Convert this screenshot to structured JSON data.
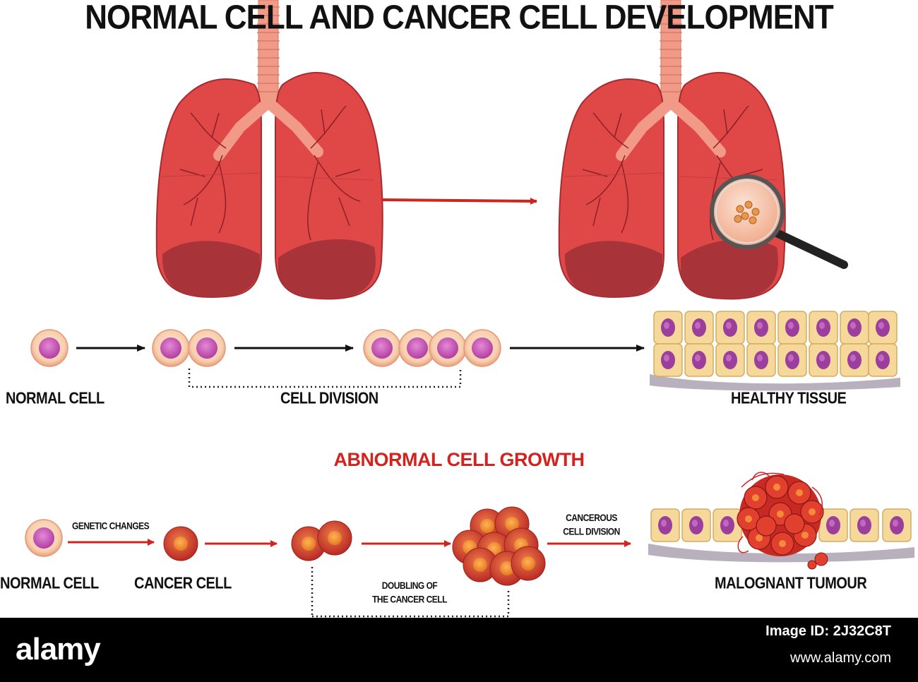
{
  "title": "NORMAL CELL AND CANCER CELL DEVELOPMENT",
  "normal_row": {
    "normal_cell": "NORMAL CELL",
    "cell_division": "CELL DIVISION",
    "healthy_tissue": "HEALTHY TISSUE"
  },
  "abnormal_row": {
    "heading": "ABNORMAL CELL GROWTH",
    "normal_cell": "NORMAL CELL",
    "genetic_changes": "GENETIC CHANGES",
    "cancer_cell": "CANCER CELL",
    "doubling_line1": "DOUBLING OF",
    "doubling_line2": "THE CANCER CELL",
    "cancerous_line1": "CANCEROUS",
    "cancerous_line2": "CELL DIVISION",
    "malignant_tumour": "MALOGNANT TUMOUR"
  },
  "footer": {
    "brand": "alamy",
    "image_id_prefix": "Image ID: ",
    "image_id": "2J32C8T",
    "site": "www.alamy.com"
  },
  "colors": {
    "lung": "#e04848",
    "lung_dark": "#b32d35",
    "trachea": "#f19a88",
    "arrow_red": "#d2231e",
    "arrow_black": "#111111",
    "cell_outer": "#f7c9a8",
    "cell_nucleus": "#c64fb5",
    "cancer_cell": "#d8452e",
    "tissue_cell": "#f5d89a"
  },
  "icons": [
    "lungs-icon",
    "magnifier-icon",
    "cell-icon",
    "cancer-cell-icon",
    "tissue-icon",
    "tumour-icon"
  ]
}
